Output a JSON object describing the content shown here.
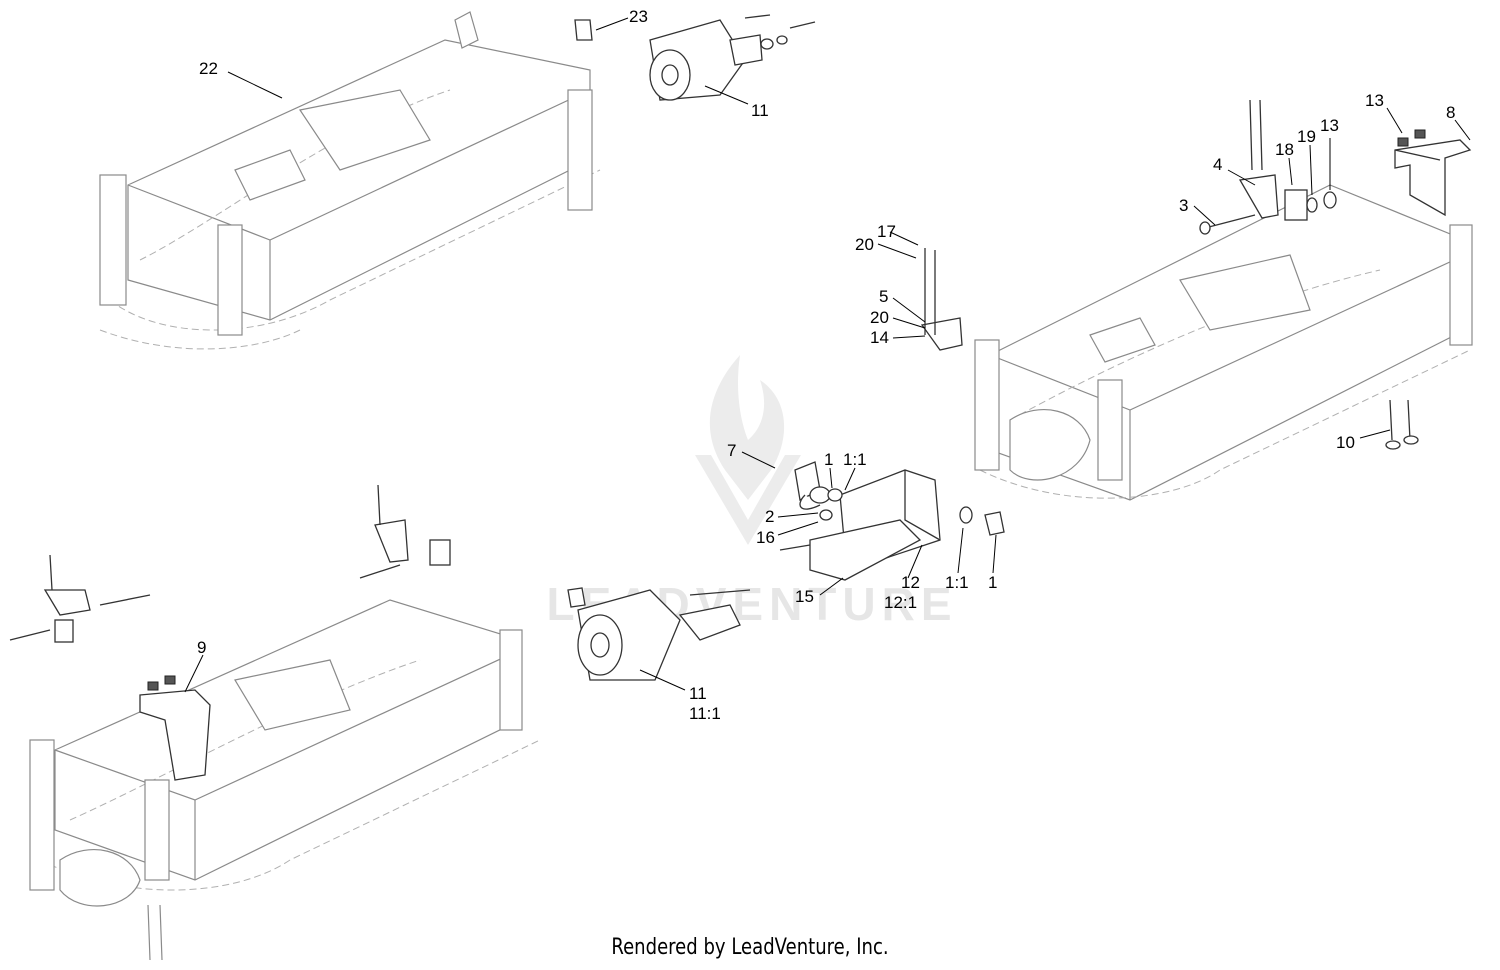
{
  "watermark": "LEADVENTURE",
  "footer": "Rendered by LeadVenture, Inc.",
  "callouts": [
    "22",
    "23",
    "11",
    "13",
    "8",
    "18",
    "19",
    "13",
    "4",
    "3",
    "17",
    "20",
    "5",
    "20",
    "14",
    "10",
    "7",
    "1",
    "1:1",
    "2",
    "16",
    "15",
    "12",
    "12:1",
    "1:1",
    "1",
    "9",
    "11",
    "11:1"
  ]
}
